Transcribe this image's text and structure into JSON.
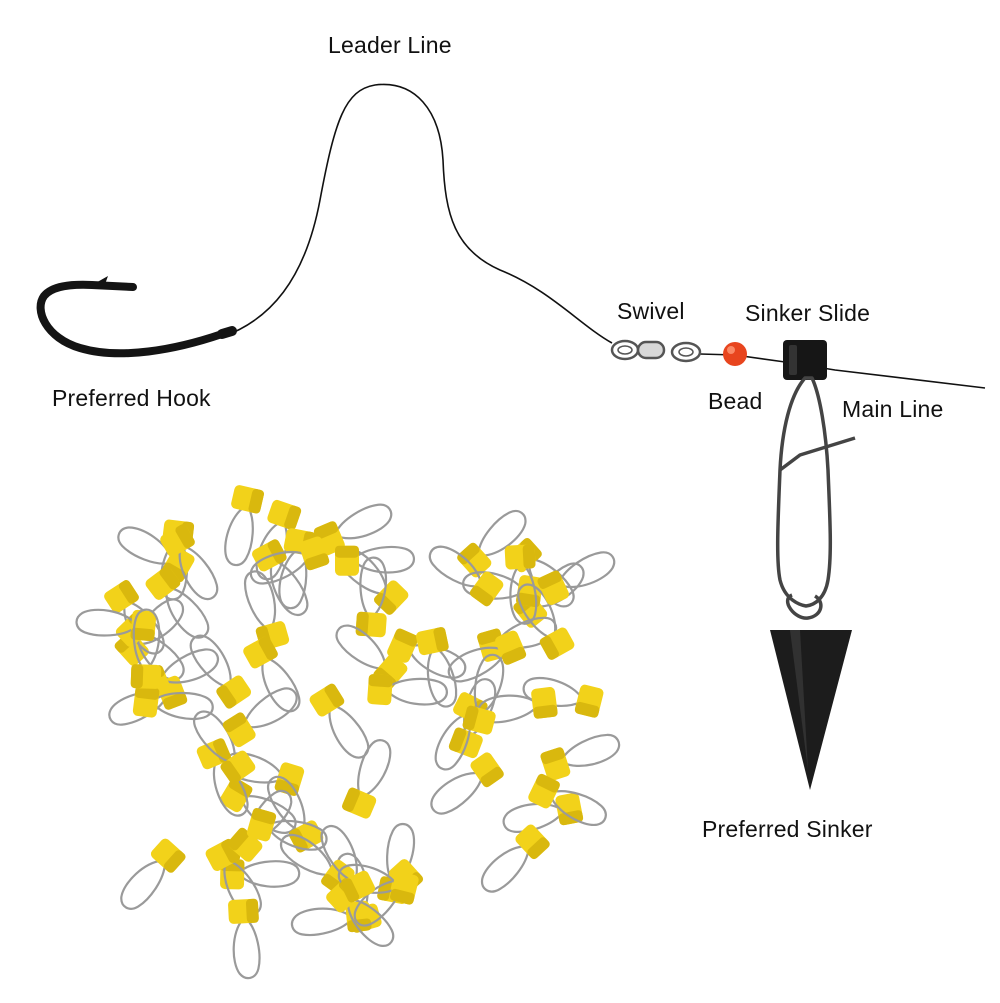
{
  "labels": {
    "leader_line": "Leader Line",
    "preferred_hook": "Preferred Hook",
    "swivel": "Swivel",
    "sinker_slide": "Sinker Slide",
    "bead": "Bead",
    "main_line": "Main Line",
    "preferred_sinker": "Preferred Sinker"
  },
  "colors": {
    "line": "#111111",
    "hook": "#141414",
    "bead": "#e8451e",
    "slide": "#161616",
    "sinker": "#1c1c1c",
    "yellow": "#f2d21a",
    "yellow_shade": "#d9b80e",
    "wire": "#9a9a9a"
  },
  "icons": {
    "hook": "fishing-hook-icon",
    "swivel": "barrel-swivel-icon",
    "bead": "bead-icon",
    "slide": "sinker-slide-icon",
    "snap": "snap-clip-icon",
    "sinker": "cone-sinker-icon",
    "pile": "sinker-slide-pile-image"
  }
}
